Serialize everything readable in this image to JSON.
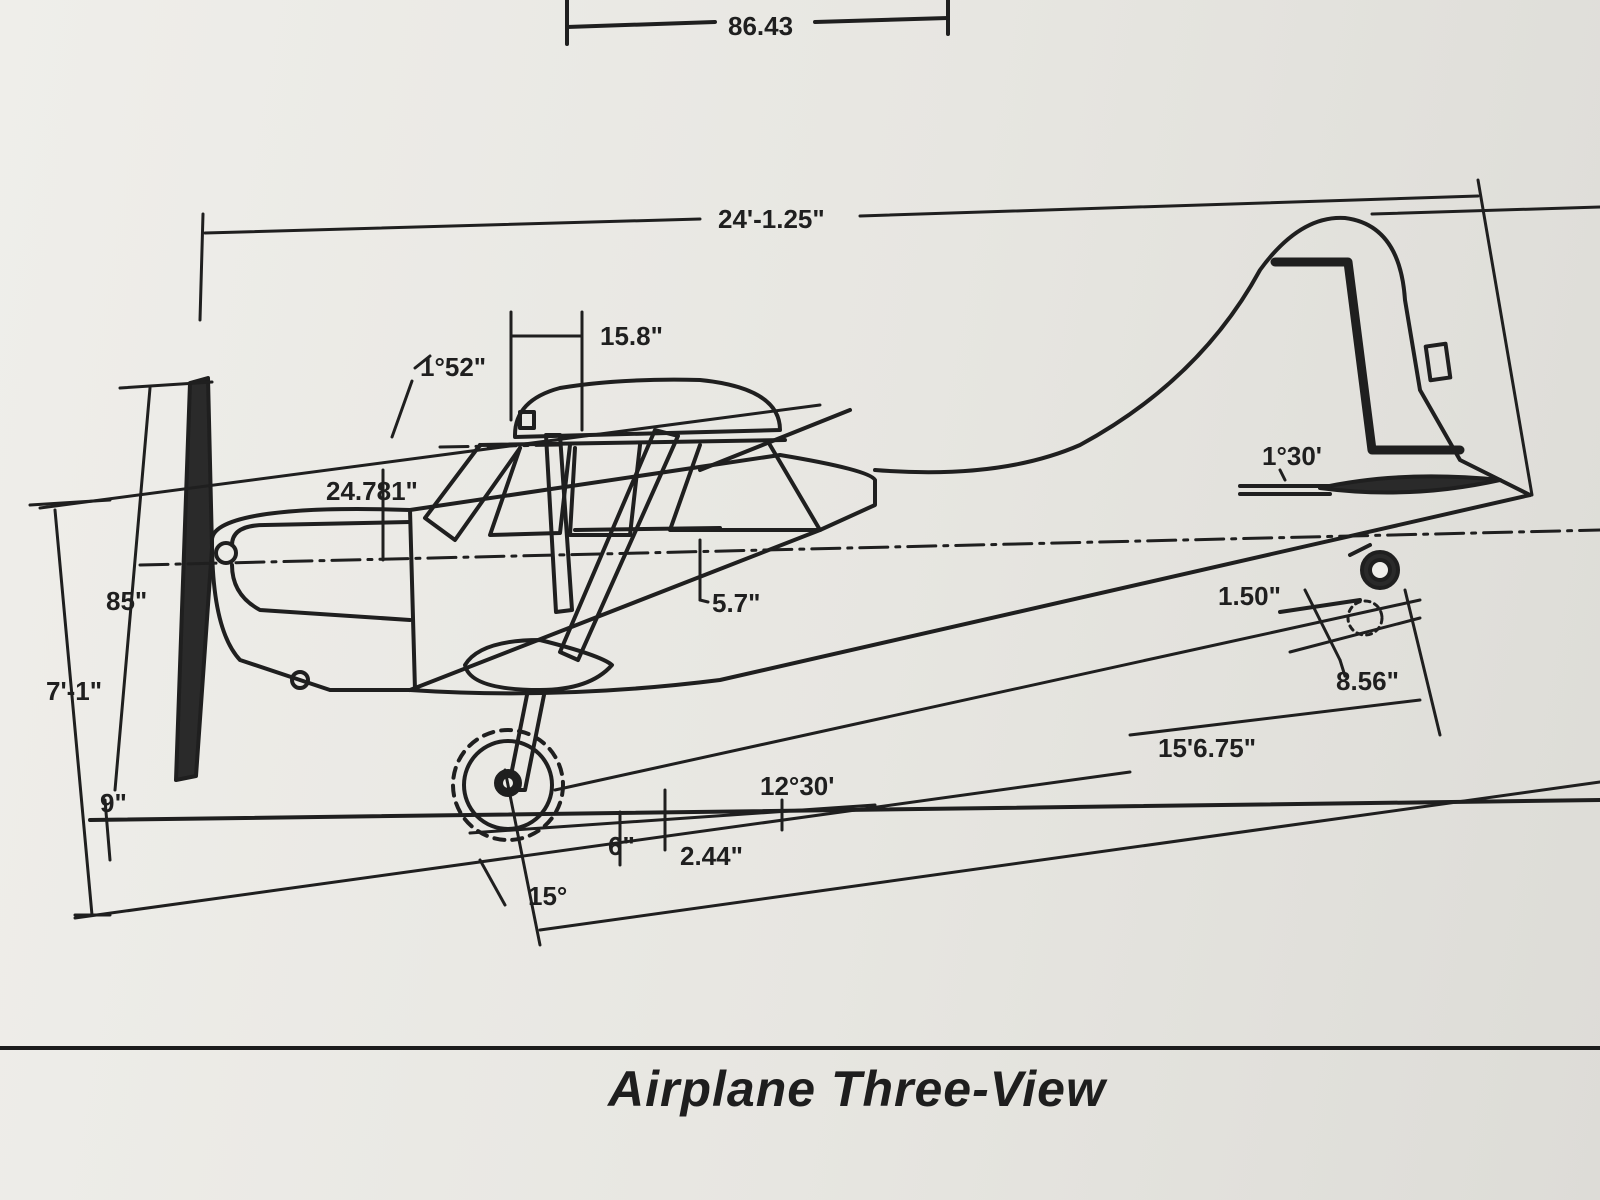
{
  "caption": "Airplane Three-View",
  "dimensions": {
    "top_span": "86.43",
    "overall_length": "24'-1.25\"",
    "wing_angle": "1°52\"",
    "strut_offset": "15.8\"",
    "wing_chord_ref": "24.781\"",
    "prop_radius": "85\"",
    "overall_height": "7'-1\"",
    "strut_drop": "5.7\"",
    "stab_angle": "1°30'",
    "tailwheel_offset": "1.50\"",
    "tailwheel_dist": "8.56\"",
    "wheelbase": "15'6.75\"",
    "ground_angle": "12°30'",
    "axle_offset": "2.44\"",
    "prop_clearance": "9\"",
    "axle_height": "6\"",
    "wheel_angle": "15°"
  }
}
